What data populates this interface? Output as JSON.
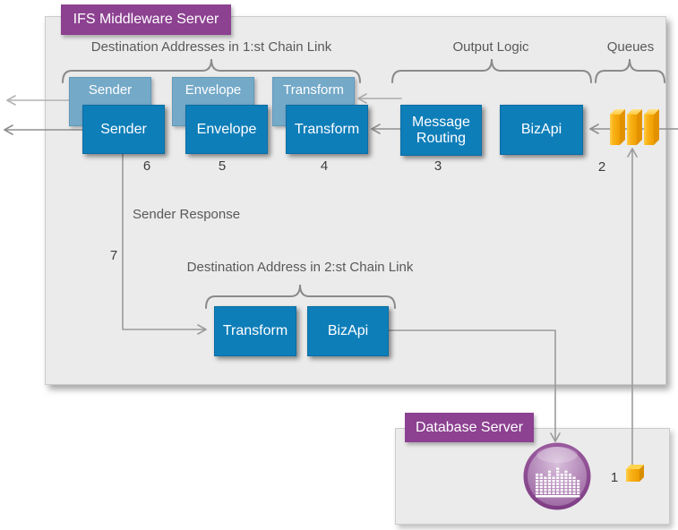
{
  "colors": {
    "accent_purple": "#8C4191",
    "box_blue": "#0E7EB9",
    "box_blue_light": "#74A9C8",
    "queue_orange": "#F5A90B",
    "panel_gray": "#EBEBEB",
    "line_gray": "#8F8F8F"
  },
  "middleware": {
    "title": "IFS Middleware Server",
    "braces": {
      "chain1": "Destination Addresses in 1:st Chain Link",
      "output_logic": "Output Logic",
      "queues": "Queues",
      "chain2": "Destination Address in 2:st Chain Link"
    },
    "sender_response_label": "Sender Response",
    "stacks": [
      {
        "back_label": "Sender",
        "front_label": "Sender",
        "step": "6"
      },
      {
        "back_label": "Envelope",
        "front_label": "Envelope",
        "step": "5"
      },
      {
        "back_label": "Transform",
        "front_label": "Transform",
        "step": "4"
      }
    ],
    "output_boxes": [
      {
        "label": "Message Routing",
        "step": "3"
      },
      {
        "label": "BizApi"
      }
    ],
    "queues_step": "2",
    "response_step": "7",
    "chain2_boxes": [
      {
        "label": "Transform"
      },
      {
        "label": "BizApi"
      }
    ]
  },
  "database": {
    "title": "Database Server",
    "queue_message_step": "1"
  },
  "icons": {
    "queues": "queue-stack-icon",
    "database": "database-sphere-icon",
    "message": "message-cube-icon"
  }
}
